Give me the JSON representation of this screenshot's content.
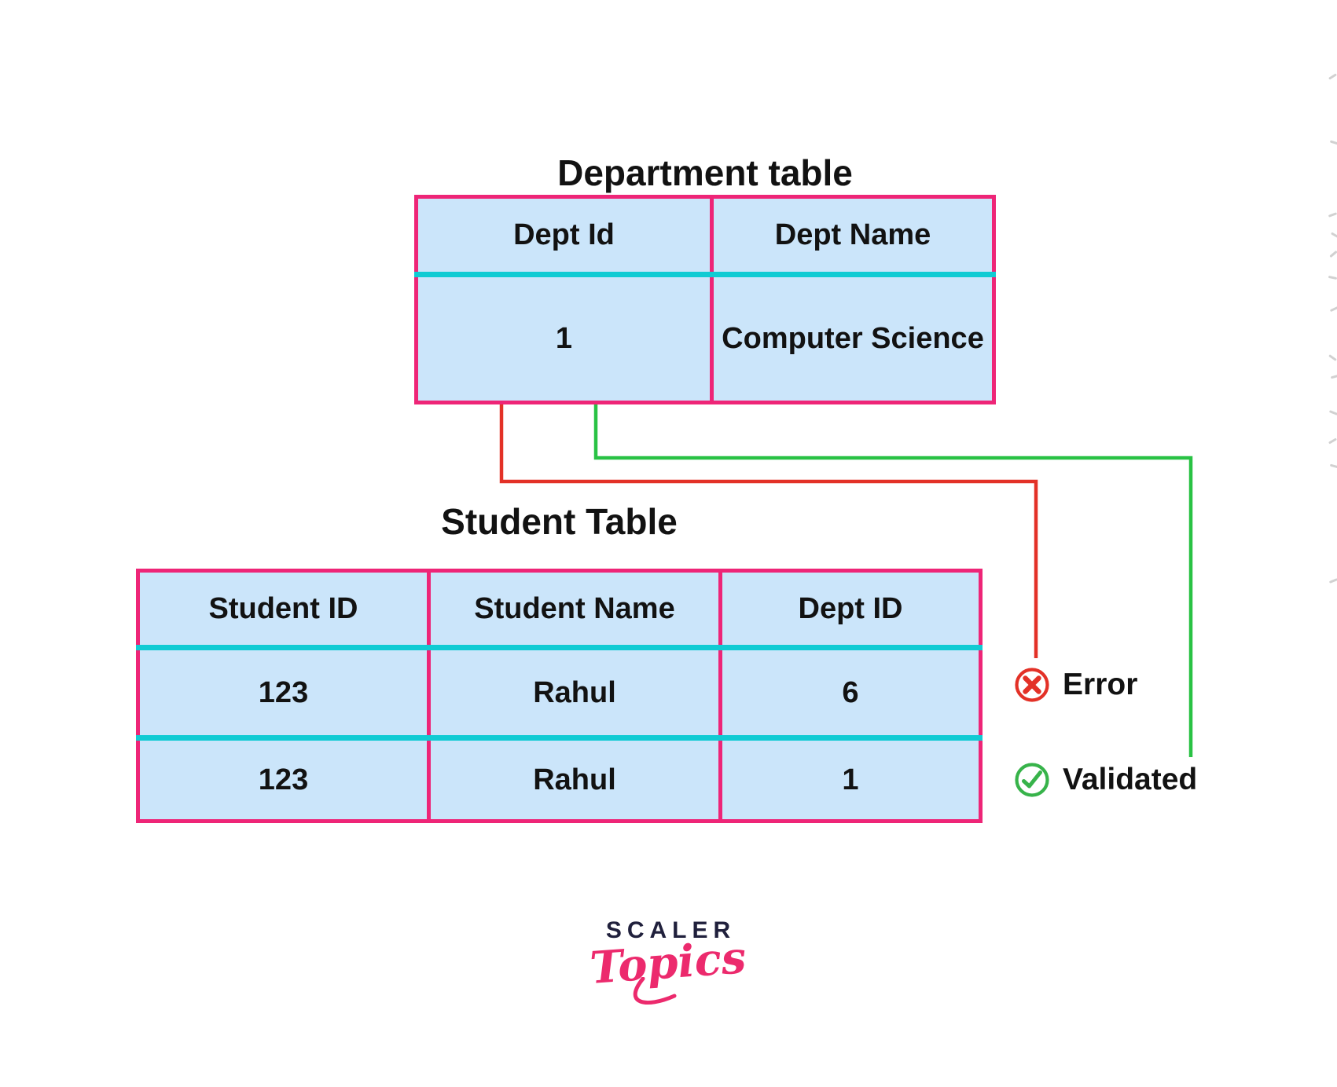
{
  "diagram": {
    "department_table": {
      "title": "Department table",
      "columns": [
        "Dept Id",
        "Dept Name"
      ],
      "rows": [
        [
          "1",
          "Computer Science"
        ]
      ]
    },
    "student_table": {
      "title": "Student Table",
      "columns": [
        "Student ID",
        "Student Name",
        "Dept ID"
      ],
      "rows": [
        [
          "123",
          "Rahul",
          "6"
        ],
        [
          "123",
          "Rahul",
          "1"
        ]
      ]
    },
    "annotations": {
      "error": "Error",
      "validated": "Validated"
    }
  },
  "logo": {
    "brand": "SCALER",
    "sub": "Topics"
  },
  "colors": {
    "table_border_pink": "#EE2577",
    "cell_fill_blue": "#CBE5FA",
    "header_divider_teal": "#10CBD3",
    "error_red": "#E33127",
    "validated_green": "#37B34A",
    "connector_green": "#29C244",
    "text_dark": "#111111",
    "logo_navy": "#20203C",
    "logo_pink": "#EC2A6D"
  }
}
